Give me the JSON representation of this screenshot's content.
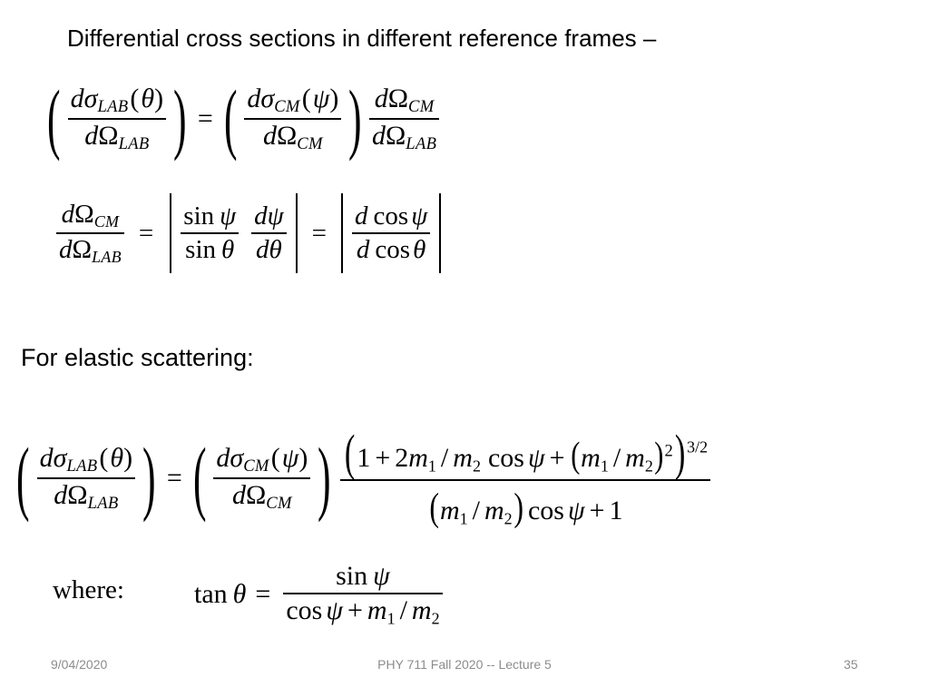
{
  "slide": {
    "title": "Differential cross sections in different reference frames –",
    "section_label": "For elastic scattering:",
    "where_label": "where:"
  },
  "equations": {
    "eq1": {
      "id": "cross-section-frame-transform",
      "lhs": {
        "numerator": "dσ_LAB(θ)",
        "denominator": "dΩ_LAB",
        "num_d": "d",
        "num_sigma": "σ",
        "num_sub": "LAB",
        "num_arg_open": "(",
        "num_arg": "θ",
        "num_arg_close": ")",
        "den_d": "d",
        "den_omega": "Ω",
        "den_sub": "LAB"
      },
      "equals": "=",
      "rhs_fraction": {
        "num_d": "d",
        "num_sigma": "σ",
        "num_sub": "CM",
        "num_arg_open": "(",
        "num_arg": "ψ",
        "num_arg_close": ")",
        "den_d": "d",
        "den_omega": "Ω",
        "den_sub": "CM"
      },
      "rhs_jacobian": {
        "num_d": "d",
        "num_omega": "Ω",
        "num_sub": "CM",
        "den_d": "d",
        "den_omega": "Ω",
        "den_sub": "LAB"
      },
      "paren_open": "(",
      "paren_close": ")"
    },
    "eq2": {
      "id": "solid-angle-jacobian",
      "lhs": {
        "num_d": "d",
        "num_omega": "Ω",
        "num_sub": "CM",
        "den_d": "d",
        "den_omega": "Ω",
        "den_sub": "LAB"
      },
      "equals1": "=",
      "mid_term1": {
        "num_fn": "sin",
        "num_arg": "ψ",
        "den_fn": "sin",
        "den_arg": "θ"
      },
      "mid_term2": {
        "num_d": "d",
        "num_arg": "ψ",
        "den_d": "d",
        "den_arg": "θ"
      },
      "equals2": "=",
      "right_term": {
        "num_d": "d",
        "num_fn": "cos",
        "num_arg": "ψ",
        "den_d": "d",
        "den_fn": "cos",
        "den_arg": "θ"
      },
      "abs_bar": "|"
    },
    "eq3": {
      "id": "elastic-cross-section-transform",
      "lhs": {
        "num_d": "d",
        "num_sigma": "σ",
        "num_sub": "LAB",
        "num_arg_open": "(",
        "num_arg": "θ",
        "num_arg_close": ")",
        "den_d": "d",
        "den_omega": "Ω",
        "den_sub": "LAB"
      },
      "equals": "=",
      "rhs_fraction": {
        "num_d": "d",
        "num_sigma": "σ",
        "num_sub": "CM",
        "num_arg_open": "(",
        "num_arg": "ψ",
        "num_arg_close": ")",
        "den_d": "d",
        "den_omega": "Ω",
        "den_sub": "CM"
      },
      "big_numerator": {
        "open": "(",
        "one": "1",
        "plus1": "+",
        "two": "2",
        "m1": "m",
        "m1_sub": "1",
        "slash1": "/",
        "m2": "m",
        "m2_sub": "2",
        "cos": "cos",
        "psi": "ψ",
        "plus2": "+",
        "inner_open": "(",
        "m1b": "m",
        "m1b_sub": "1",
        "slash2": "/",
        "m2b": "m",
        "m2b_sub": "2",
        "inner_close": ")",
        "inner_exp": "2",
        "close": ")",
        "exponent": "3/2"
      },
      "big_denominator": {
        "open": "(",
        "m1": "m",
        "m1_sub": "1",
        "slash": "/",
        "m2": "m",
        "m2_sub": "2",
        "close": ")",
        "cos": "cos",
        "psi": "ψ",
        "plus": "+",
        "one": "1"
      },
      "paren_open": "(",
      "paren_close": ")"
    },
    "eq4": {
      "id": "lab-cm-angle-relation",
      "tan": "tan",
      "theta": "θ",
      "equals": "=",
      "num_fn": "sin",
      "num_arg": "ψ",
      "den_fn": "cos",
      "den_arg": "ψ",
      "den_plus": "+",
      "den_m1": "m",
      "den_m1_sub": "1",
      "den_slash": "/",
      "den_m2": "m",
      "den_m2_sub": "2"
    }
  },
  "footer": {
    "date": "9/04/2020",
    "center": "PHY 711  Fall 2020 -- Lecture 5",
    "page": "35",
    "color": "#8c8c8c"
  }
}
